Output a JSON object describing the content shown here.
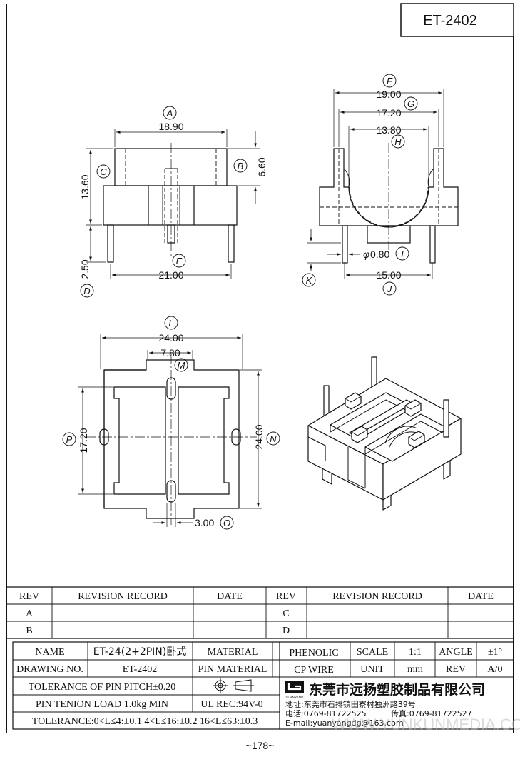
{
  "part_number": "ET-2402",
  "page_number": "~178~",
  "dimensions": {
    "A": "18.90",
    "B": "6.60",
    "C": "13.60",
    "D": "2.50",
    "E": "21.00",
    "F": "19.00",
    "G": "17.20",
    "H": "13.80",
    "I": "0.80",
    "J": "15.00",
    "L": "24.00",
    "M": "7.80",
    "N": "24.00",
    "O": "3.00",
    "P": "17.20"
  },
  "diameter_prefix": "φ",
  "labels": {
    "A": "A",
    "B": "B",
    "C": "C",
    "D": "D",
    "E": "E",
    "F": "F",
    "G": "G",
    "H": "H",
    "I": "I",
    "J": "J",
    "K": "K",
    "L": "L",
    "M": "M",
    "N": "N",
    "O": "O",
    "P": "P"
  },
  "revision_table": {
    "headers": [
      "REV",
      "REVISION RECORD",
      "DATE",
      "REV",
      "REVISION RECORD",
      "DATE"
    ],
    "rows": [
      [
        "A",
        "",
        "",
        "C",
        "",
        ""
      ],
      [
        "B",
        "",
        "",
        "D",
        "",
        ""
      ]
    ]
  },
  "info": {
    "name_label": "NAME",
    "name_value": "ET-24(2+2PIN)卧式",
    "material_label": "MATERIAL",
    "material_value": "PHENOLIC",
    "scale_label": "SCALE",
    "scale_value": "1:1",
    "angle_label": "ANGLE",
    "angle_value": "±1°",
    "drawing_no_label": "DRAWING NO.",
    "drawing_no_value": "ET-2402",
    "pin_material_label": "PIN MATERIAL",
    "pin_material_value": "CP WIRE",
    "unit_label": "UNIT",
    "unit_value": "mm",
    "rev_label": "REV",
    "rev_value": "A/0",
    "tolerance_pin_pitch": "TOLERANCE OF PIN PITCH±0.20",
    "pin_tension": "PIN TENION LOAD 1.0kg MIN",
    "ul": "UL REC:94V-0",
    "tolerance": "TOLERANCE:0<L≤4:±0.1  4<L≤16:±0.2  16<L≤63:±0.3"
  },
  "company": {
    "logo_text": "YUANYANG",
    "name": "东莞市远扬塑胶制品有限公司",
    "address": "地址:东莞市石排镇田寮村独洲路39号",
    "phone": "电话:0769-81722525",
    "fax": "传真:0769-81722527",
    "email": "E-mail:yuanyangdg@163.com"
  },
  "watermark": "WWW.YUNKUNMEDIA.COM"
}
